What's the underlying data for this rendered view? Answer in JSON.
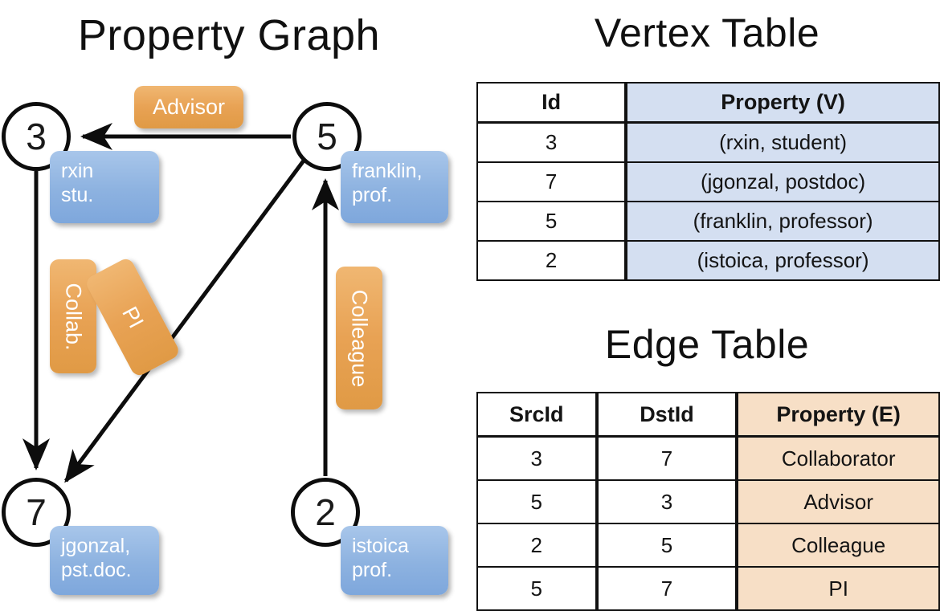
{
  "titles": {
    "property_graph": "Property Graph",
    "vertex_table": "Vertex Table",
    "edge_table": "Edge Table"
  },
  "colors": {
    "vertex_property_cell": "#d4dff1",
    "edge_property_cell": "#f7dfc6",
    "node_box_blue": "#8db2e0",
    "edge_label_orange": "#e8a254",
    "stroke": "#111111"
  },
  "graph": {
    "nodes": [
      {
        "id": "3",
        "property_line1": "rxin",
        "property_line2": "stu."
      },
      {
        "id": "5",
        "property_line1": "franklin,",
        "property_line2": "prof."
      },
      {
        "id": "7",
        "property_line1": "jgonzal,",
        "property_line2": "pst.doc."
      },
      {
        "id": "2",
        "property_line1": "istoica",
        "property_line2": "prof."
      }
    ],
    "edge_labels": [
      {
        "name": "advisor",
        "text": "Advisor",
        "orientation": "horizontal"
      },
      {
        "name": "collab",
        "text": "Collab.",
        "orientation": "vertical"
      },
      {
        "name": "pi",
        "text": "PI",
        "orientation": "diagonal"
      },
      {
        "name": "colleague",
        "text": "Colleague",
        "orientation": "vertical"
      }
    ],
    "edges": [
      {
        "from": "5",
        "to": "3",
        "label": "Advisor"
      },
      {
        "from": "3",
        "to": "7",
        "label": "Collab."
      },
      {
        "from": "5",
        "to": "7",
        "label": "PI"
      },
      {
        "from": "2",
        "to": "5",
        "label": "Colleague"
      }
    ]
  },
  "vertex_table": {
    "headers": [
      "Id",
      "Property (V)"
    ],
    "rows": [
      {
        "id": "3",
        "property": "(rxin, student)"
      },
      {
        "id": "7",
        "property": "(jgonzal, postdoc)"
      },
      {
        "id": "5",
        "property": "(franklin, professor)"
      },
      {
        "id": "2",
        "property": "(istoica, professor)"
      }
    ]
  },
  "edge_table": {
    "headers": [
      "SrcId",
      "DstId",
      "Property (E)"
    ],
    "rows": [
      {
        "src": "3",
        "dst": "7",
        "property": "Collaborator"
      },
      {
        "src": "5",
        "dst": "3",
        "property": "Advisor"
      },
      {
        "src": "2",
        "dst": "5",
        "property": "Colleague"
      },
      {
        "src": "5",
        "dst": "7",
        "property": "PI"
      }
    ]
  }
}
